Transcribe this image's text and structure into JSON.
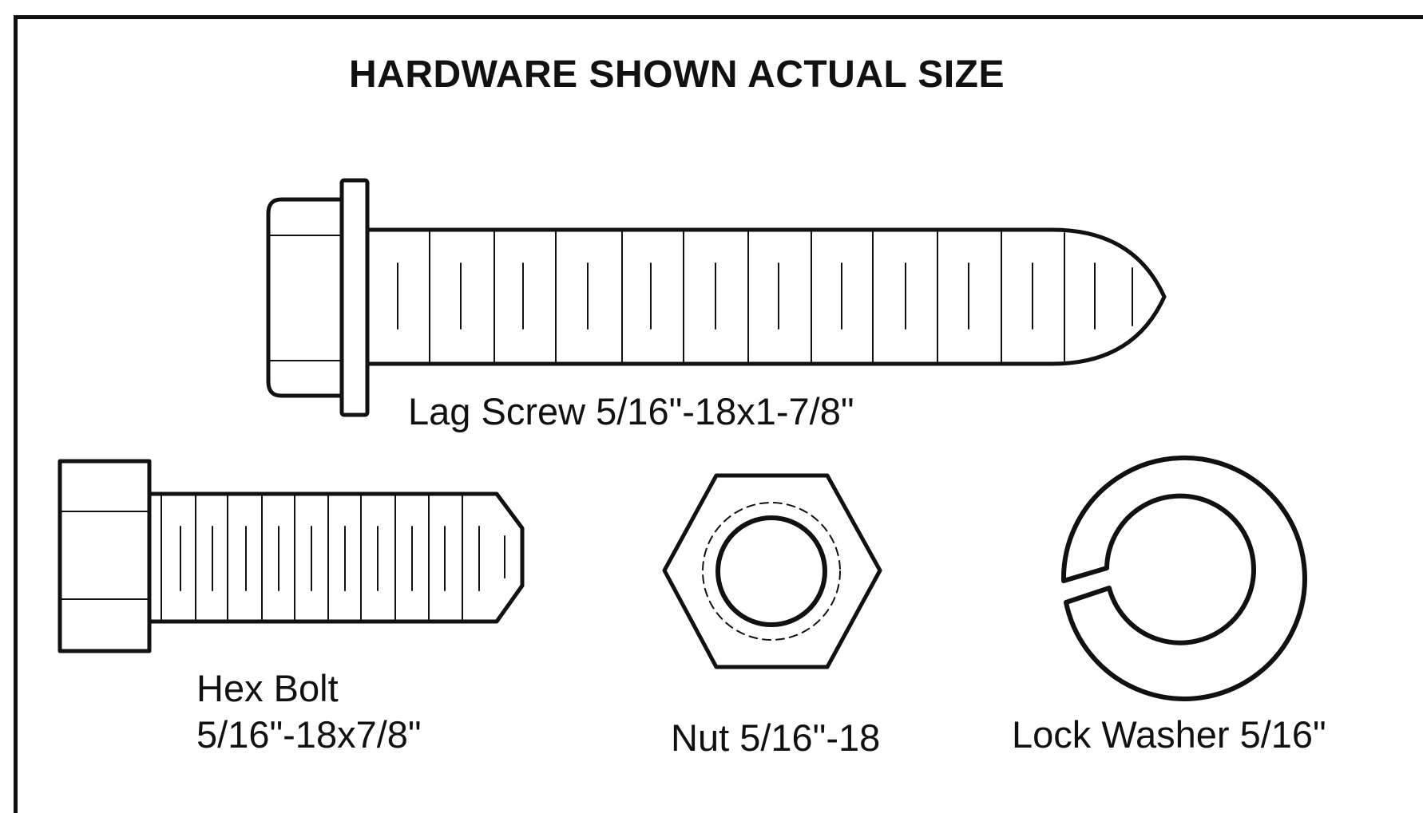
{
  "title": "HARDWARE SHOWN ACTUAL SIZE",
  "items": {
    "lag_screw": {
      "label": "Lag Screw 5/16\"-18x1-7/8\""
    },
    "hex_bolt": {
      "label_line1": "Hex Bolt",
      "label_line2": "5/16\"-18x7/8\""
    },
    "nut": {
      "label": "Nut 5/16\"-18"
    },
    "lock_washer": {
      "label": "Lock Washer 5/16\""
    }
  },
  "colors": {
    "ink": "#111111",
    "background": "#ffffff"
  }
}
